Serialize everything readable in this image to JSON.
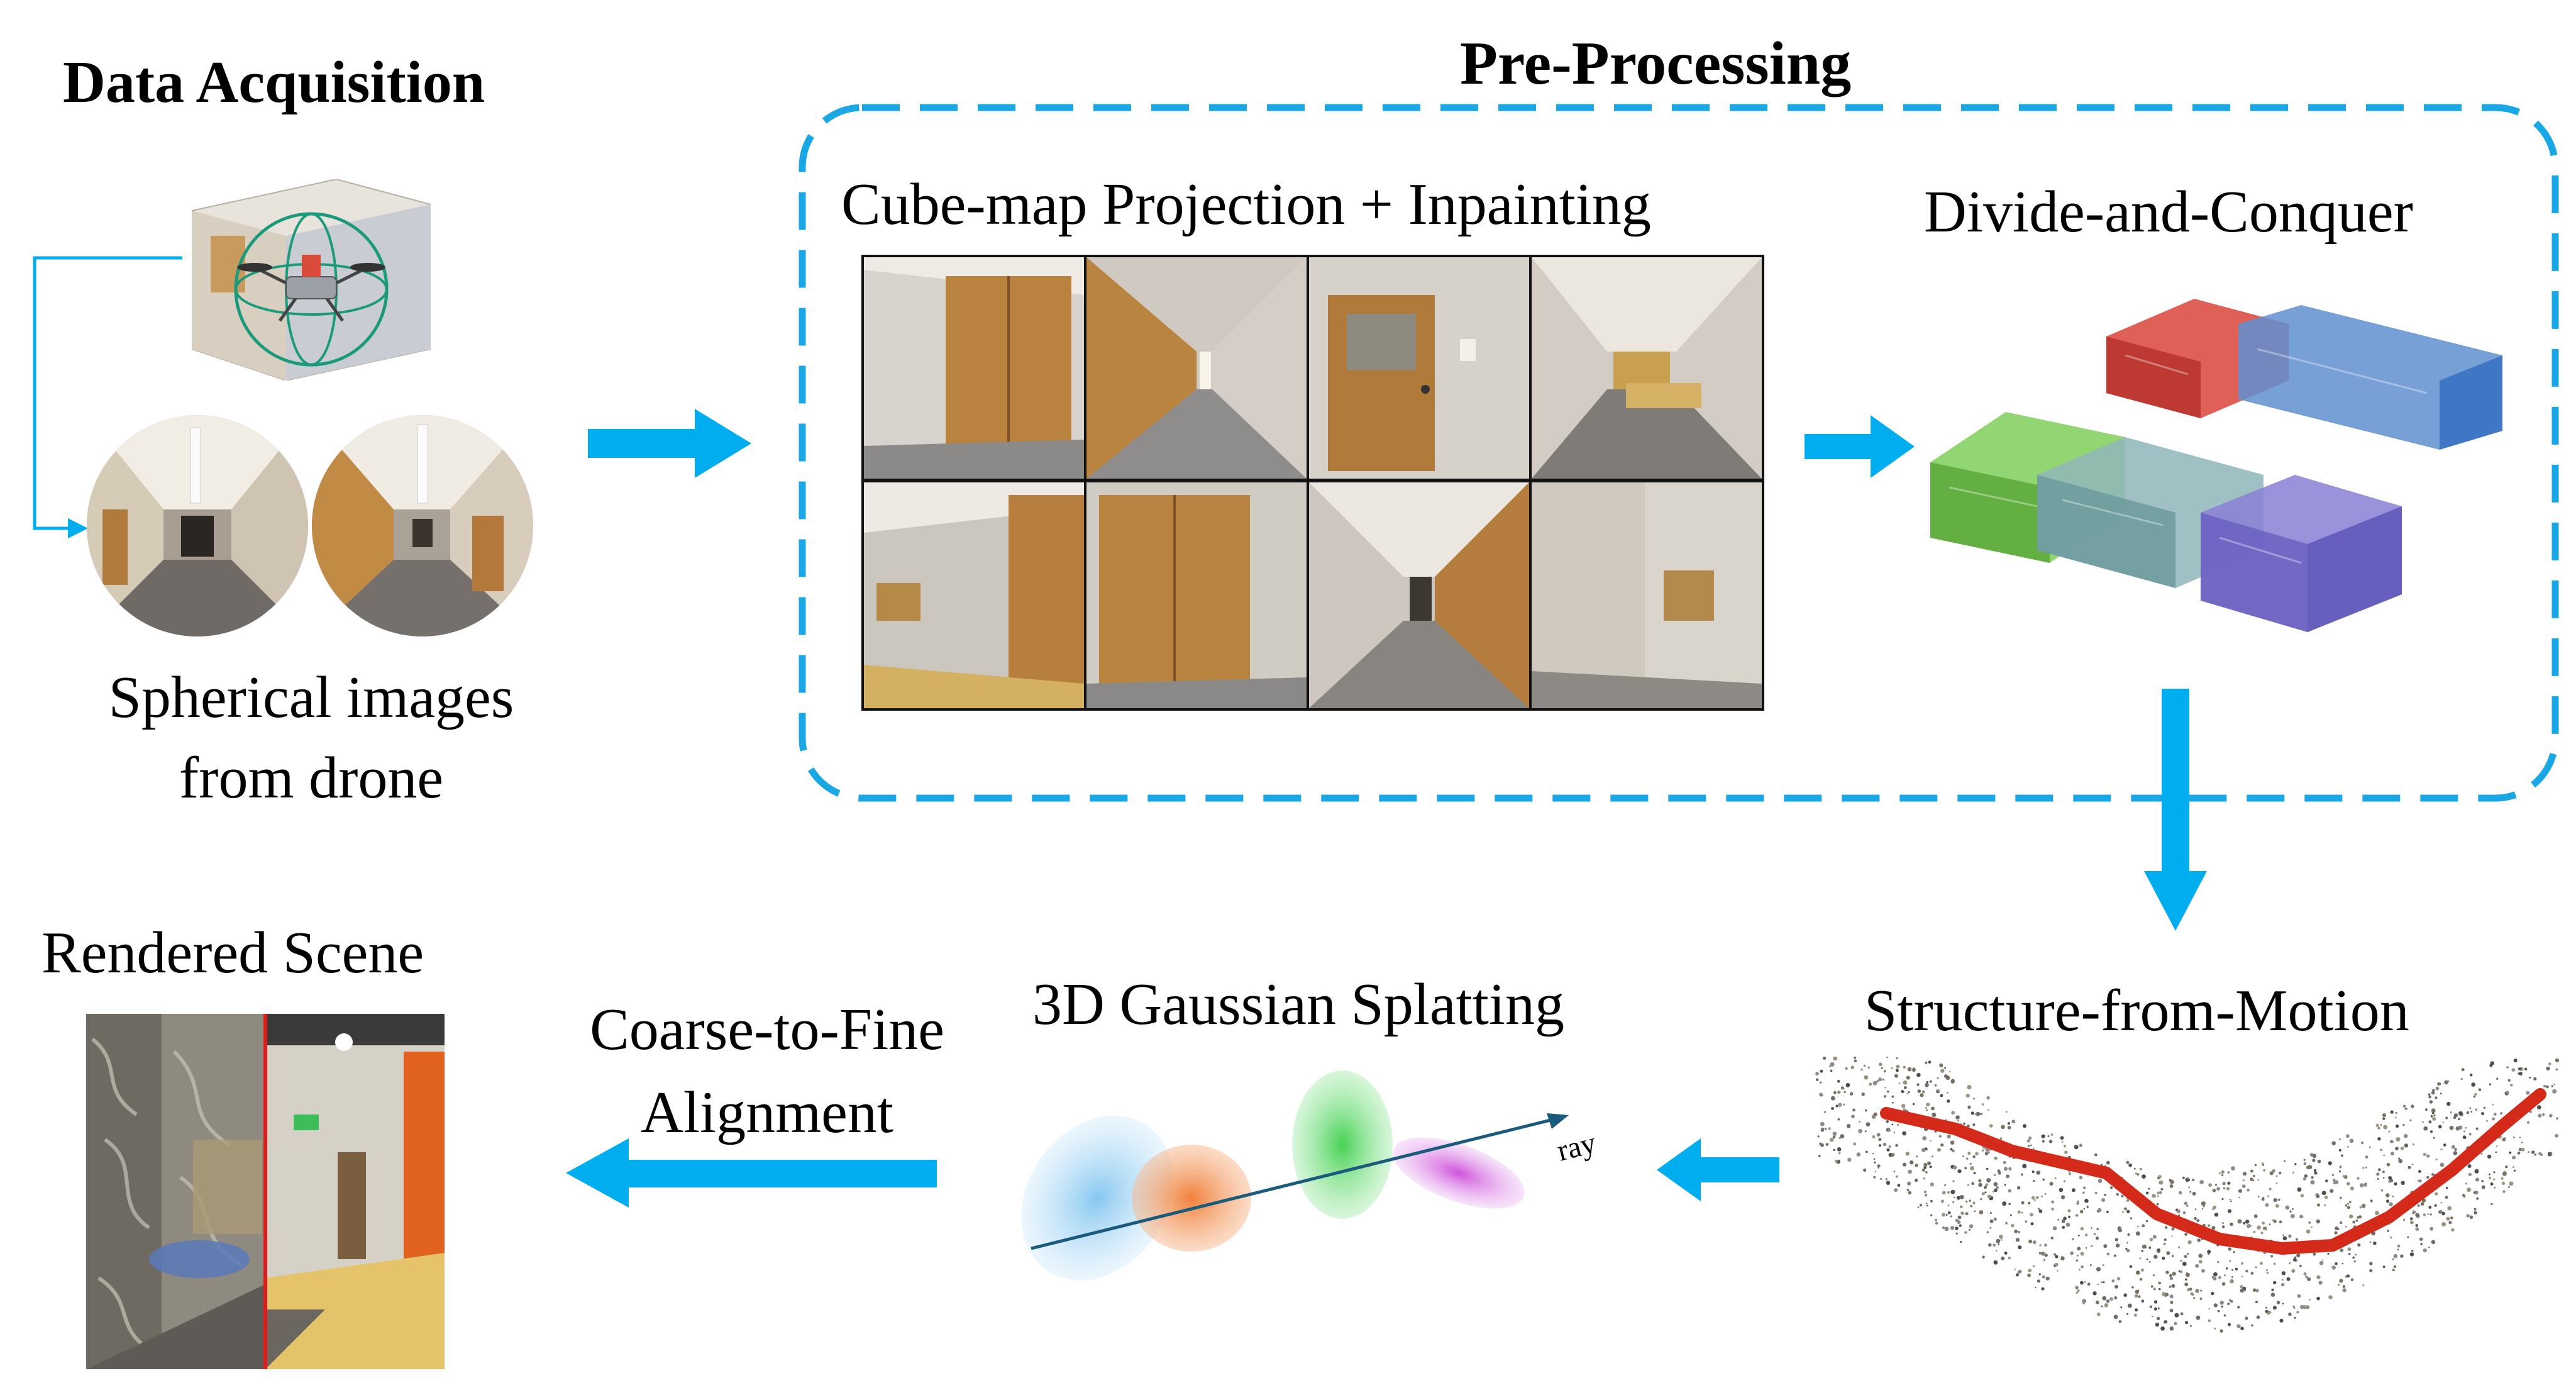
{
  "stages": {
    "data_acquisition": {
      "title": "Data Acquisition",
      "caption_line1": "Spherical images",
      "caption_line2": "from drone"
    },
    "pre_processing": {
      "title": "Pre-Processing",
      "cubemap_label": "Cube-map Projection + Inpainting",
      "divide_label": "Divide-and-Conquer"
    },
    "sfm": {
      "title": "Structure-from-Motion"
    },
    "gaussian": {
      "title": "3D Gaussian Splatting",
      "ray_label": "ray"
    },
    "alignment": {
      "line1": "Coarse-to-Fine",
      "line2": "Alignment"
    },
    "rendered": {
      "title": "Rendered Scene"
    }
  },
  "colors": {
    "arrow": "#00aeef",
    "dashed_box": "#1aa7e6",
    "trajectory": "#d42a1a",
    "divider": "#e01b1b",
    "gauss_blue": "#9fd3f2",
    "gauss_orange": "#f08a4b",
    "gauss_green": "#5fd36a",
    "gauss_purple": "#d77be0",
    "ray": "#1a5a7a"
  }
}
